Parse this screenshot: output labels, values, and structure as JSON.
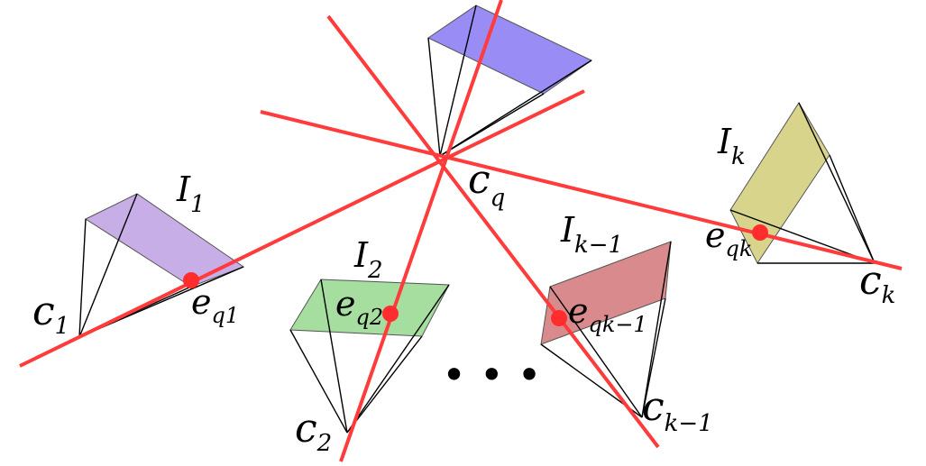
{
  "colors": {
    "ray": "#ff3b3b",
    "epipole": "#ff2d2d",
    "plane_q": "#9a8cf5",
    "plane_1": "#c8aee6",
    "plane_2": "#a6dea0",
    "plane_km1": "#d98a8c",
    "plane_k": "#d8d48c"
  },
  "labels": {
    "cq": {
      "base": "c",
      "sub": "q"
    },
    "c1": {
      "base": "c",
      "sub": "1"
    },
    "c2": {
      "base": "c",
      "sub": "2"
    },
    "ckm1": {
      "base": "c",
      "sub": "k−1"
    },
    "ck": {
      "base": "c",
      "sub": "k"
    },
    "I1": {
      "base": "I",
      "sub": "1"
    },
    "I2": {
      "base": "I",
      "sub": "2"
    },
    "Ikm1": {
      "base": "I",
      "sub": "k−1"
    },
    "Ik": {
      "base": "I",
      "sub": "k"
    },
    "eq1": {
      "base": "e",
      "sub": "q1"
    },
    "eq2": {
      "base": "e",
      "sub": "q2"
    },
    "eqkm1": {
      "base": "e",
      "sub": "qk−1"
    },
    "eqk": {
      "base": "e",
      "sub": "qk"
    },
    "ellipsis": "• • •"
  }
}
